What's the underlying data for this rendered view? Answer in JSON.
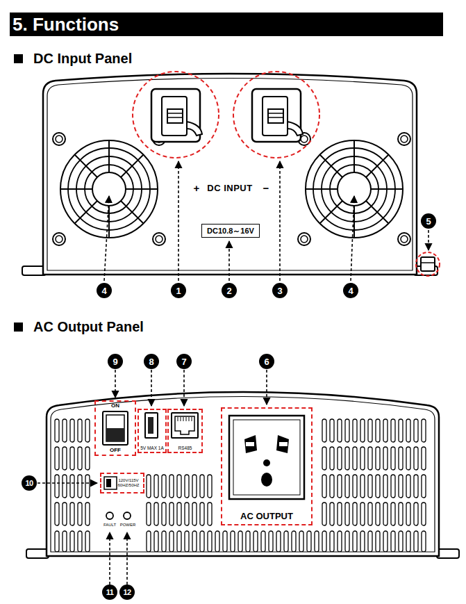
{
  "diagram": {
    "title": "5. Functions",
    "nodes": [
      {
        "text": [
          "DC10.8～16V"
        ]
      },
      {
        "text": [
          "ON",
          "OFF"
        ]
      },
      {
        "text": [
          "5V MAX 1A"
        ]
      },
      {
        "text": [
          "RS485"
        ]
      },
      {
        "text": [
          "AC OUTPUT"
        ]
      },
      {
        "text": [
          "120V/115V 60HZ/50HZ"
        ]
      }
    ],
    "labels": [
      "DC Input Panel",
      "+",
      "DC INPUT",
      "−",
      "4",
      "1",
      "2",
      "3",
      "4",
      "5",
      "AC Output Panel",
      "9",
      "8",
      "7",
      "6",
      "10",
      "FAULT",
      "POWER",
      "11",
      "12"
    ]
  }
}
